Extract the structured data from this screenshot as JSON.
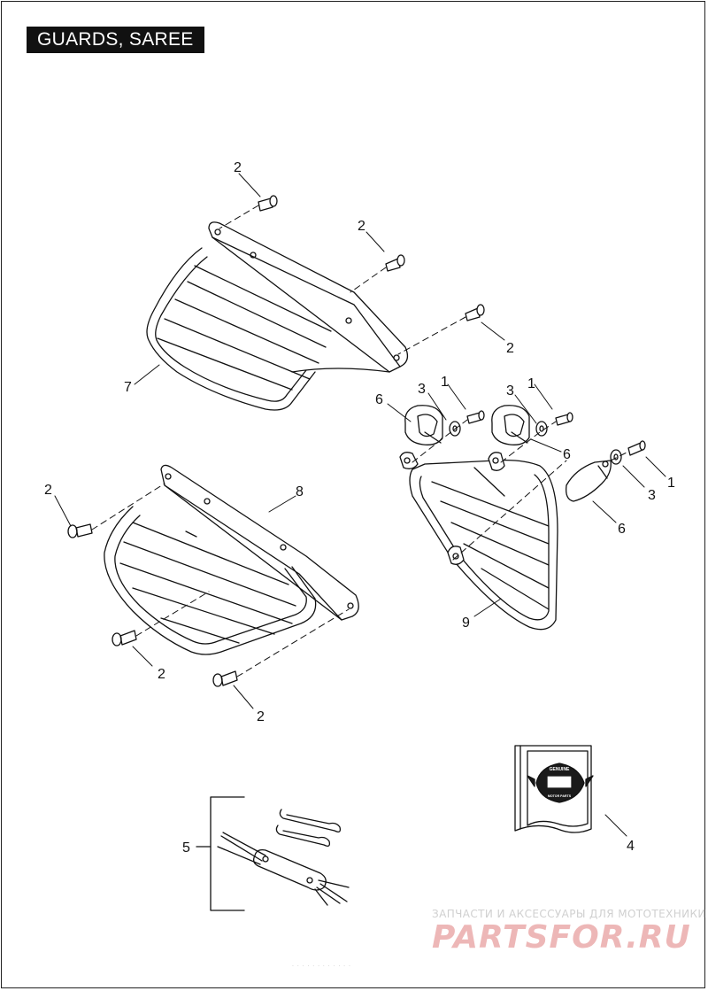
{
  "title": "GUARDS, SAREE",
  "callouts": [
    {
      "id": "c-2a",
      "label": "2"
    },
    {
      "id": "c-2b",
      "label": "2"
    },
    {
      "id": "c-2c",
      "label": "2"
    },
    {
      "id": "c-7",
      "label": "7"
    },
    {
      "id": "c-6a",
      "label": "6"
    },
    {
      "id": "c-3a",
      "label": "3"
    },
    {
      "id": "c-1a",
      "label": "1"
    },
    {
      "id": "c-3b",
      "label": "3"
    },
    {
      "id": "c-1b",
      "label": "1"
    },
    {
      "id": "c-6b",
      "label": "6"
    },
    {
      "id": "c-1c",
      "label": "1"
    },
    {
      "id": "c-3c",
      "label": "3"
    },
    {
      "id": "c-6c",
      "label": "6"
    },
    {
      "id": "c-2d",
      "label": "2"
    },
    {
      "id": "c-8",
      "label": "8"
    },
    {
      "id": "c-9",
      "label": "9"
    },
    {
      "id": "c-2e",
      "label": "2"
    },
    {
      "id": "c-2f",
      "label": "2"
    },
    {
      "id": "c-4",
      "label": "4"
    },
    {
      "id": "c-5",
      "label": "5"
    }
  ],
  "badge": {
    "top": "GENUINE",
    "bottom": "MOTOR PARTS"
  },
  "watermark": {
    "line1": "ЗАПЧАСТИ И АКСЕССУАРЫ ДЛЯ МОТОТЕХНИКИ",
    "logo": "PARTSFOR.RU"
  },
  "footnote": "· · · · · · · · · · · ·"
}
